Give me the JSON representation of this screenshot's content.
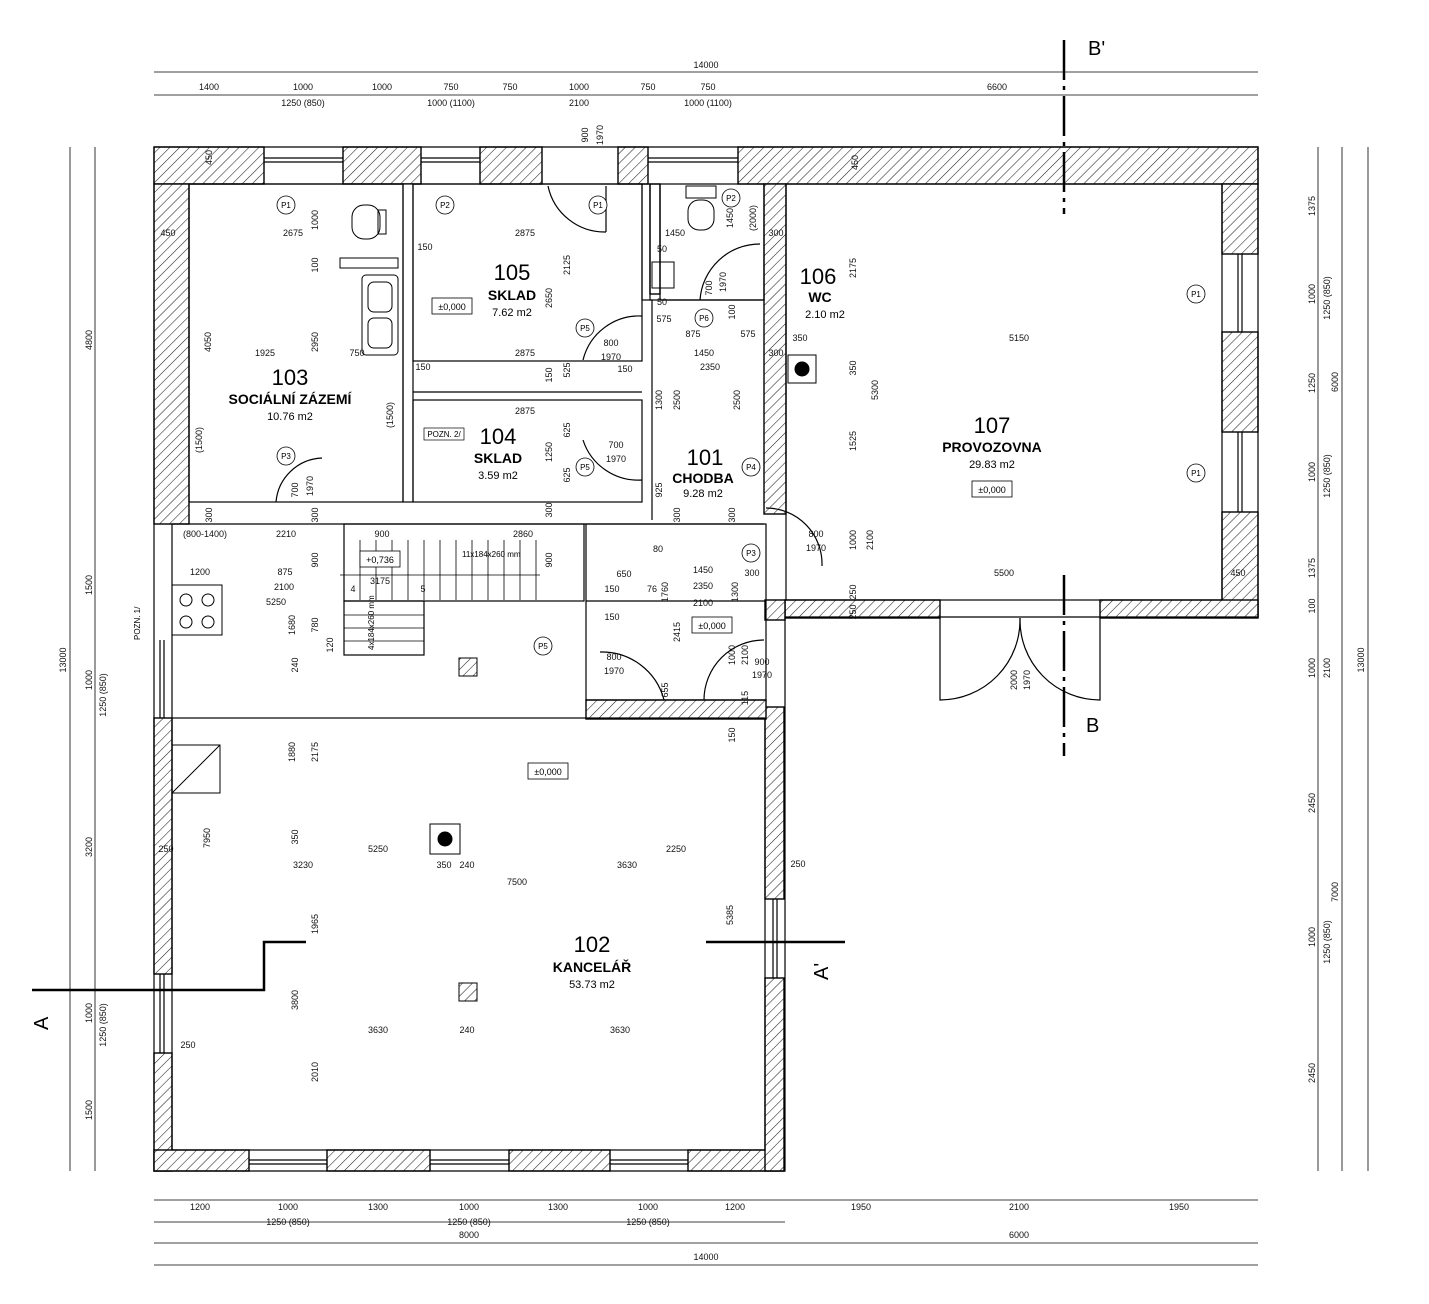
{
  "rooms": [
    {
      "number": "101",
      "name": "CHODBA",
      "area": "9.28 m2"
    },
    {
      "number": "102",
      "name": "KANCELÁŘ",
      "area": "53.73 m2"
    },
    {
      "number": "103",
      "name": "SOCIÁLNÍ ZÁZEMÍ",
      "area": "10.76 m2"
    },
    {
      "number": "104",
      "name": "SKLAD",
      "area": "3.59 m2"
    },
    {
      "number": "105",
      "name": "SKLAD",
      "area": "7.62 m2"
    },
    {
      "number": "106",
      "name": "WC",
      "area": "2.10 m2"
    },
    {
      "number": "107",
      "name": "PROVOZOVNA",
      "area": "29.83 m2"
    }
  ],
  "levels": [
    "±0,000",
    "+0,736"
  ],
  "sections": {
    "a": "A",
    "a_prime": "A'",
    "b": "B",
    "b_prime": "B'"
  },
  "notes": {
    "pozn1": "POZN. 1/",
    "pozn2": "POZN. 2/",
    "stair_main": "11x184x260 mm",
    "stair_small": "4x184x260 mm"
  },
  "tags": {
    "p1": "P1",
    "p2": "P2",
    "p3": "P3",
    "p4": "P4",
    "p5": "P5",
    "p6": "P6"
  },
  "dims_top": {
    "overall": "14000",
    "row": [
      "1400",
      "1000",
      "1000",
      "750",
      "750",
      "1000",
      "750",
      "750",
      "6600"
    ],
    "sub": [
      "1250 (850)",
      "1000 (1100)",
      "2100",
      "1000 (1100)"
    ]
  },
  "dims_bottom": {
    "row": [
      "1200",
      "1000",
      "1300",
      "1000",
      "1300",
      "1000",
      "1200",
      "1950",
      "2100",
      "1950"
    ],
    "sub": [
      "1250 (850)",
      "1250 (850)",
      "1250 (850)"
    ],
    "parts": [
      "8000",
      "6000"
    ],
    "overall": "14000"
  },
  "dims_left": {
    "row": [
      "4800",
      "1500",
      "1000",
      "3200",
      "1000",
      "1500"
    ],
    "sub": [
      "1250 (850)",
      "1250 (850)"
    ],
    "overall": "13000"
  },
  "dims_right": {
    "row": [
      "1375",
      "1000",
      "1250",
      "1000",
      "1375",
      "100",
      "1000",
      "2450",
      "1000",
      "2450"
    ],
    "sub": [
      "1250 (850)",
      "1250 (850)",
      "2100",
      "1250 (850)"
    ],
    "parts": [
      "6000",
      "7000"
    ],
    "overall": "13000"
  },
  "dims_inner": {
    "d450a": "450",
    "d450b": "450",
    "d450c": "450",
    "d450d": "450",
    "d2675": "2675",
    "d1000a": "1000",
    "d2875a": "2875",
    "d2875b": "2875",
    "d2875c": "2875",
    "d150a": "150",
    "d150b": "150",
    "d4050": "4050",
    "d1925": "1925",
    "d750": "750",
    "d2950": "2950",
    "d2650": "2650",
    "d2125": "2125",
    "d100a": "100",
    "d100b": "100",
    "d1450a": "1450",
    "d1450b": "1450",
    "d1450c": "1450",
    "d1450d": "1450",
    "d50a": "50",
    "d50b": "50",
    "d2000": "(2000)",
    "d300a": "300",
    "d300b": "300",
    "d300c": "300",
    "d700a": "700",
    "d700b": "700",
    "d700c": "700",
    "d1970a": "1970",
    "d1970b": "1970",
    "d1970c": "1970",
    "d1970d": "1970",
    "d1970e": "1970",
    "d1970f": "1970",
    "d1970g": "1970",
    "d1970h": "1970",
    "d575a": "575",
    "d575b": "575",
    "d875a": "875",
    "d875b": "875",
    "d800a": "800",
    "d800b": "800",
    "d800c": "800",
    "d2350a": "2350",
    "d2350b": "2350",
    "d2500a": "2500",
    "d2500b": "2500",
    "d1300a": "1300",
    "d1300b": "1300",
    "d525": "525",
    "d625a": "625",
    "d625b": "625",
    "d1250": "1250",
    "d925": "925",
    "d350a": "350",
    "d350b": "350",
    "d350c": "350",
    "d350d": "350",
    "d5150": "5150",
    "d2175a": "2175",
    "d2175b": "2175",
    "d5300": "5300",
    "d1525": "1525",
    "d1000b": "1000",
    "d2100a": "2100",
    "d5500": "5500",
    "d250a": "250",
    "d250b": "250",
    "d2210": "2210",
    "d900a": "900",
    "d2860": "2860",
    "d800_1400": "(800-1400)",
    "d1200": "1200",
    "d3175": "3175",
    "d2100b": "2100",
    "d5250a": "5250",
    "d650": "650",
    "d1760": "1760",
    "d2100c": "2100",
    "d2415": "2415",
    "d655": "655",
    "d1680": "1680",
    "d780": "780",
    "d120": "120",
    "d240a": "240",
    "d240b": "240",
    "d240c": "240",
    "d1880": "1880",
    "d2175c": "2175",
    "d7950": "7950",
    "d5250b": "5250",
    "d2250": "2250",
    "d3230": "3230",
    "d3630a": "3630",
    "d7500": "7500",
    "d1965": "1965",
    "d5385": "5385",
    "d3800": "3800",
    "d3630b": "3630",
    "d3630c": "3630",
    "d2010": "2010",
    "d250c": "250",
    "d250d": "250",
    "d250e": "250",
    "d1500": "(1500)",
    "d1500b": "(1500)",
    "d900b": "900",
    "d150c": "150",
    "d150d": "150",
    "d115": "115",
    "d2100d": "2100",
    "d2000b": "2000",
    "d900c": "900",
    "d1970i": "1970",
    "d80": "80",
    "d76": "76",
    "d4": "4",
    "d5": "5",
    "d150e": "150",
    "d1000c": "1000"
  }
}
